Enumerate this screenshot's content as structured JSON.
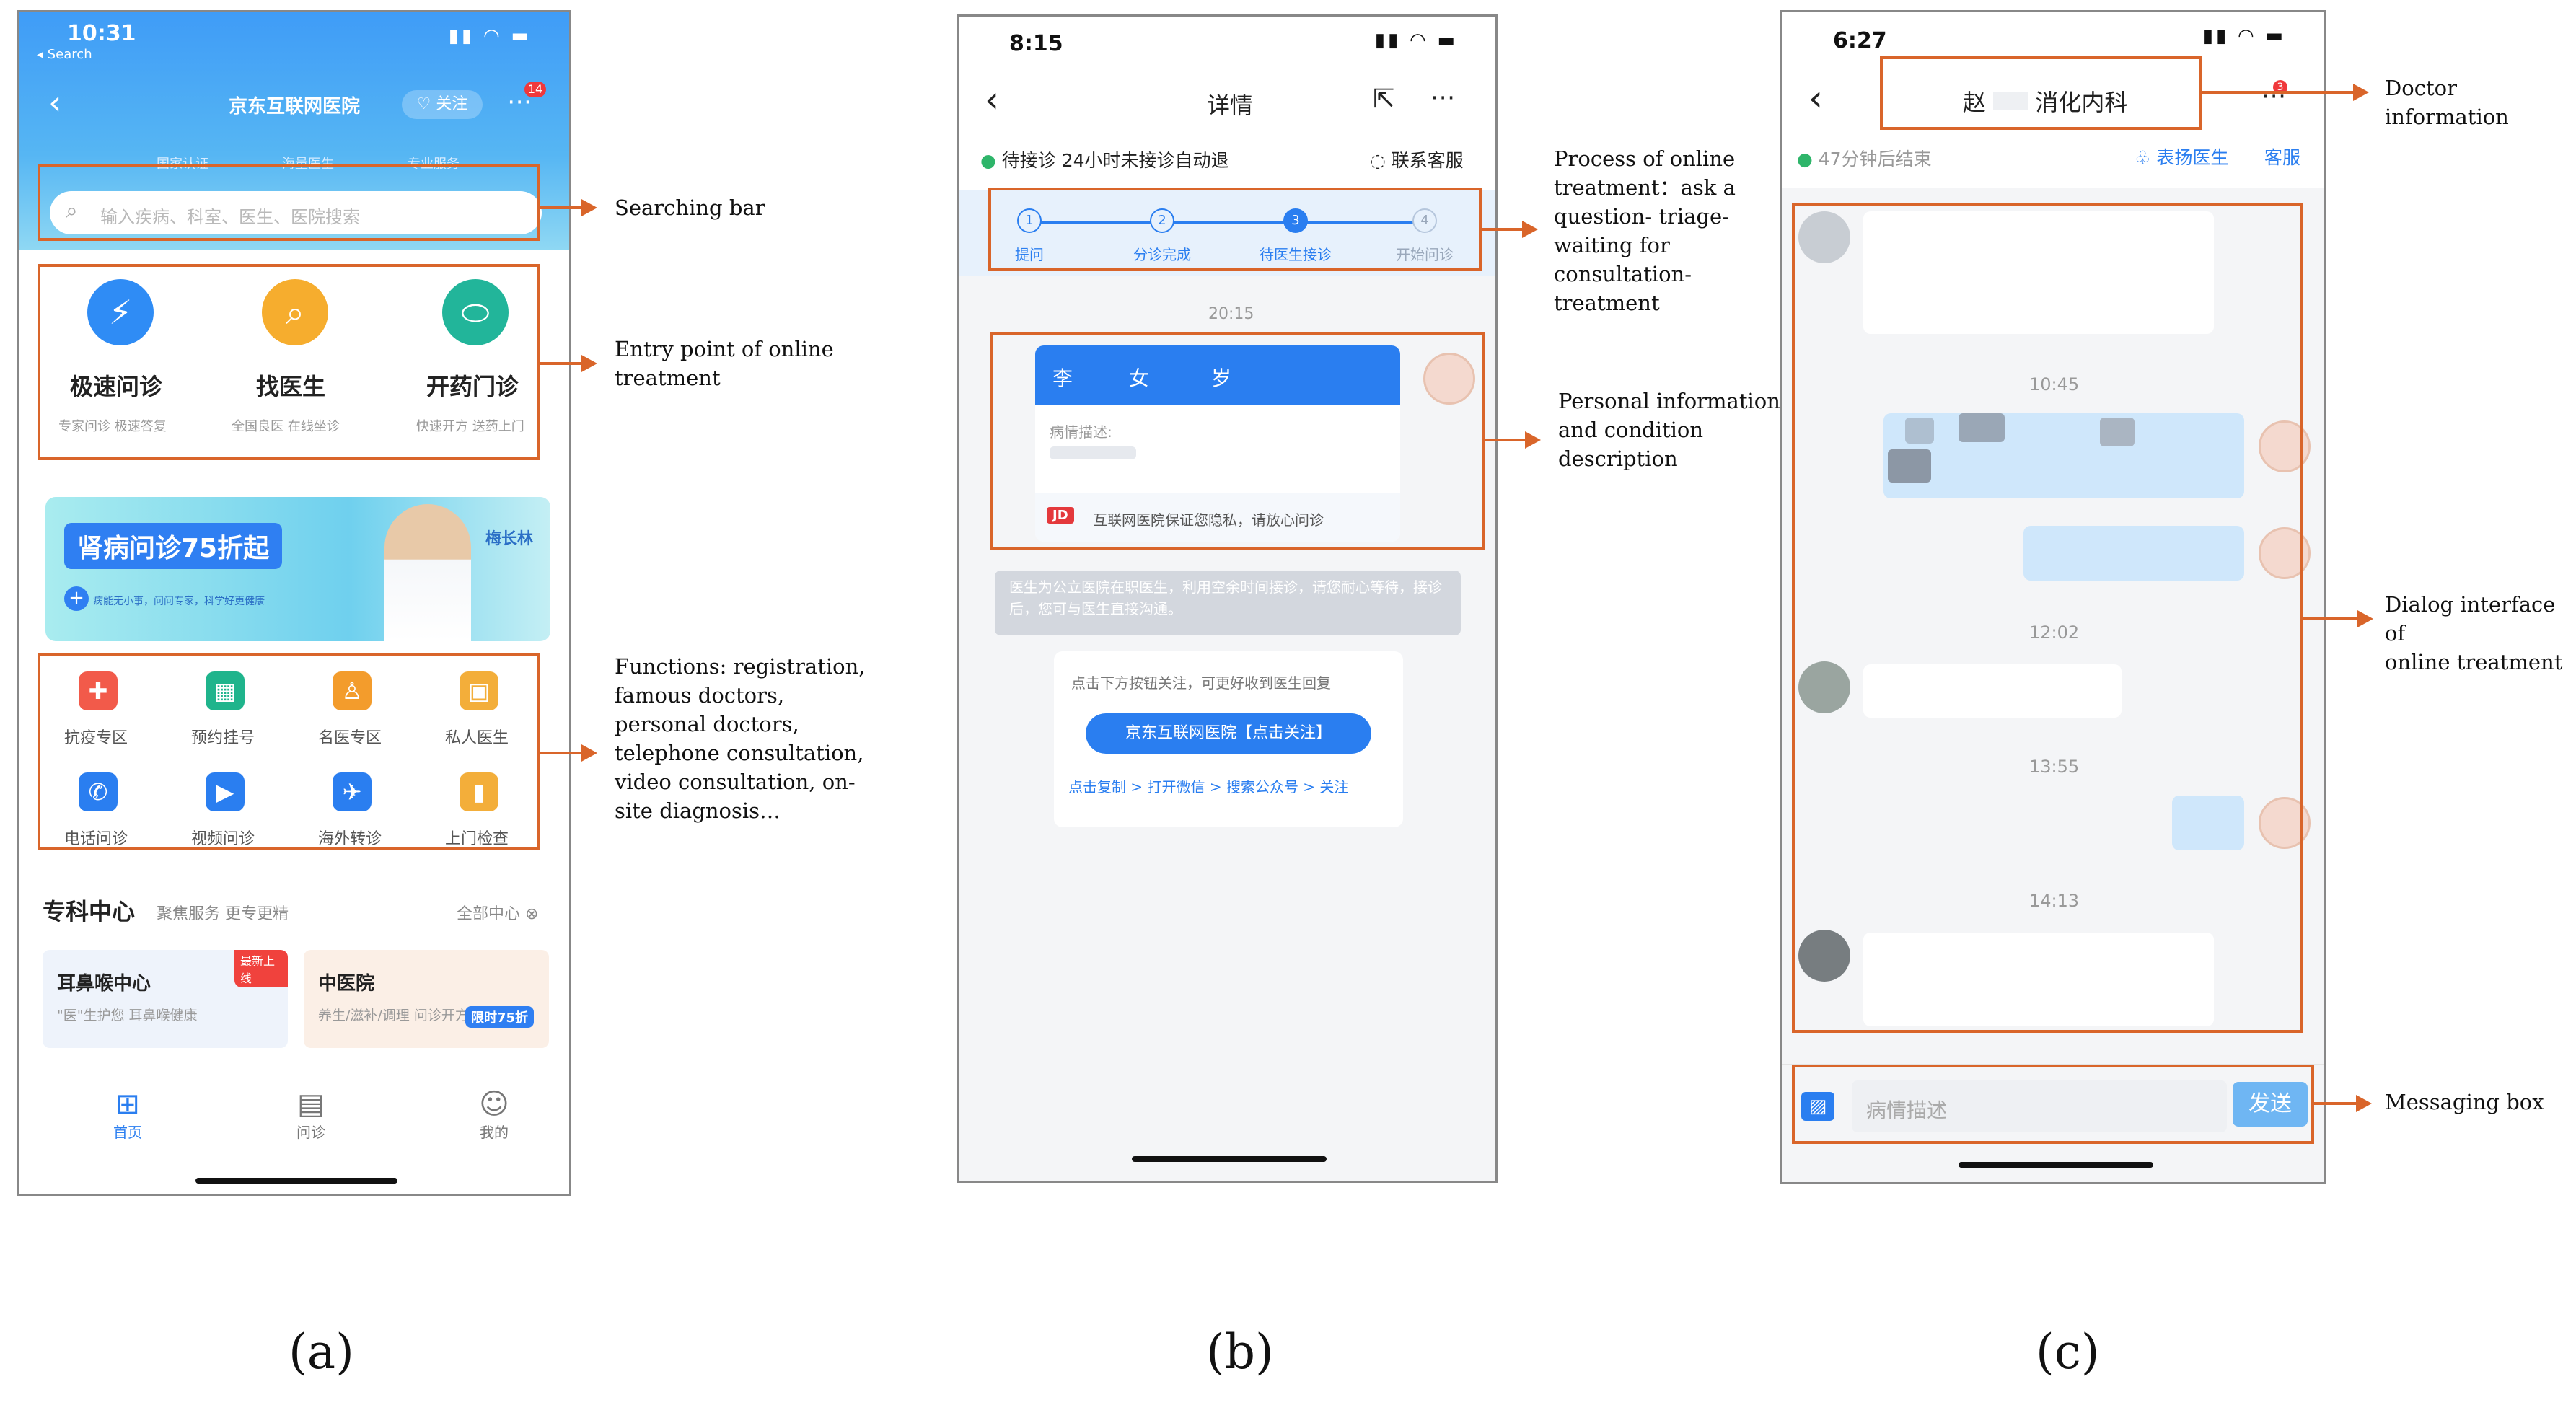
{
  "panel_a": {
    "time": "10:31",
    "back_app": "◂ Search",
    "hospital_name": "京东互联网医院",
    "follow": "关注",
    "badge_count": "14",
    "trust_items": [
      "国家认证",
      "海量医生",
      "专业服务"
    ],
    "search_placeholder": "输入疾病、科室、医生、医院搜索",
    "entries": [
      {
        "label": "极速问诊",
        "sub": "专家问诊 极速答复",
        "color": "#2f8cf5",
        "icon": "lightning-icon"
      },
      {
        "label": "找医生",
        "sub": "全国良医 在线坐诊",
        "color": "#f6ad2e",
        "icon": "search-icon"
      },
      {
        "label": "开药门诊",
        "sub": "快速开方 送药上门",
        "color": "#22b59a",
        "icon": "pill-icon"
      }
    ],
    "banner_title": "肾病问诊75折起",
    "banner_sub": "病能无小事，问问专家，科学好更健康",
    "banner_doctor": "梅长林",
    "functions": [
      {
        "label": "抗疫专区",
        "color": "#f25a4a",
        "icon": "cross-icon"
      },
      {
        "label": "预约挂号",
        "color": "#1fb48c",
        "icon": "calendar-icon"
      },
      {
        "label": "名医专区",
        "color": "#f39c2c",
        "icon": "doctor-icon"
      },
      {
        "label": "私人医生",
        "color": "#f3ae3a",
        "icon": "bag-icon"
      },
      {
        "label": "电话问诊",
        "color": "#2a7ef0",
        "icon": "phone-icon"
      },
      {
        "label": "视频问诊",
        "color": "#2a7ef0",
        "icon": "video-icon"
      },
      {
        "label": "海外转诊",
        "color": "#2a7ef0",
        "icon": "plane-icon"
      },
      {
        "label": "上门检查",
        "color": "#f3ae3a",
        "icon": "door-icon"
      }
    ],
    "specialty_title": "专科中心",
    "specialty_sub": "聚焦服务 更专更精",
    "specialty_all": "全部中心",
    "specialty_cards": [
      {
        "title": "耳鼻喉中心",
        "sub": "\"医\"生护您 耳鼻喉健康",
        "tag": "最新上线"
      },
      {
        "title": "中医院",
        "sub": "养生/滋补/调理 问诊开方",
        "tag": "限时75折"
      }
    ],
    "tabs": [
      "首页",
      "问诊",
      "我的"
    ]
  },
  "panel_b": {
    "time": "8:15",
    "title": "详情",
    "status_text": "待接诊 24小时未接诊自动退",
    "contact": "联系客服",
    "steps": [
      {
        "num": "1",
        "label": "提问"
      },
      {
        "num": "2",
        "label": "分诊完成"
      },
      {
        "num": "3",
        "label": "待医生接诊"
      },
      {
        "num": "4",
        "label": "开始问诊"
      }
    ],
    "timestamp": "20:15",
    "card_header": [
      "李",
      "女",
      "岁"
    ],
    "card_desc_label": "病情描述:",
    "privacy_text": "互联网医院保证您隐私，请放心问诊",
    "notice": "医生为公立医院在职医生，利用空余时间接诊，请您耐心等待，接诊后，您可与医生直接沟通。",
    "follow_prompt": "点击下方按钮关注，可更好收到医生回复",
    "follow_button": "京东互联网医院【点击关注】",
    "follow_steps": "点击复制 > 打开微信 > 搜索公众号 > 关注"
  },
  "panel_c": {
    "time": "6:27",
    "title_left": "赵",
    "title_right": "消化内科",
    "badge": "3",
    "end_note": "47分钟后结束",
    "praise": "表扬医生",
    "service": "客服",
    "times": [
      "10:45",
      "12:02",
      "13:55",
      "14:13"
    ],
    "input_placeholder": "病情描述",
    "send": "发送"
  },
  "annotations": {
    "searching_bar": "Searching bar",
    "entry_point": [
      "Entry point of online",
      "treatment"
    ],
    "functions": [
      "Functions: registration,",
      "famous doctors,",
      "personal doctors,",
      "telephone consultation,",
      "video consultation, on-",
      "site diagnosis…"
    ],
    "process": [
      "Process of online",
      "treatment：ask a",
      "question- triage-",
      "waiting for",
      "consultation-",
      "treatment"
    ],
    "personal": [
      "Personal information",
      "and condition",
      "description"
    ],
    "doctor_info": "Doctor information",
    "dialog": [
      "Dialog interface of",
      "online treatment"
    ],
    "messaging": "Messaging box"
  },
  "captions": [
    "(a)",
    "(b)",
    "(c)"
  ]
}
